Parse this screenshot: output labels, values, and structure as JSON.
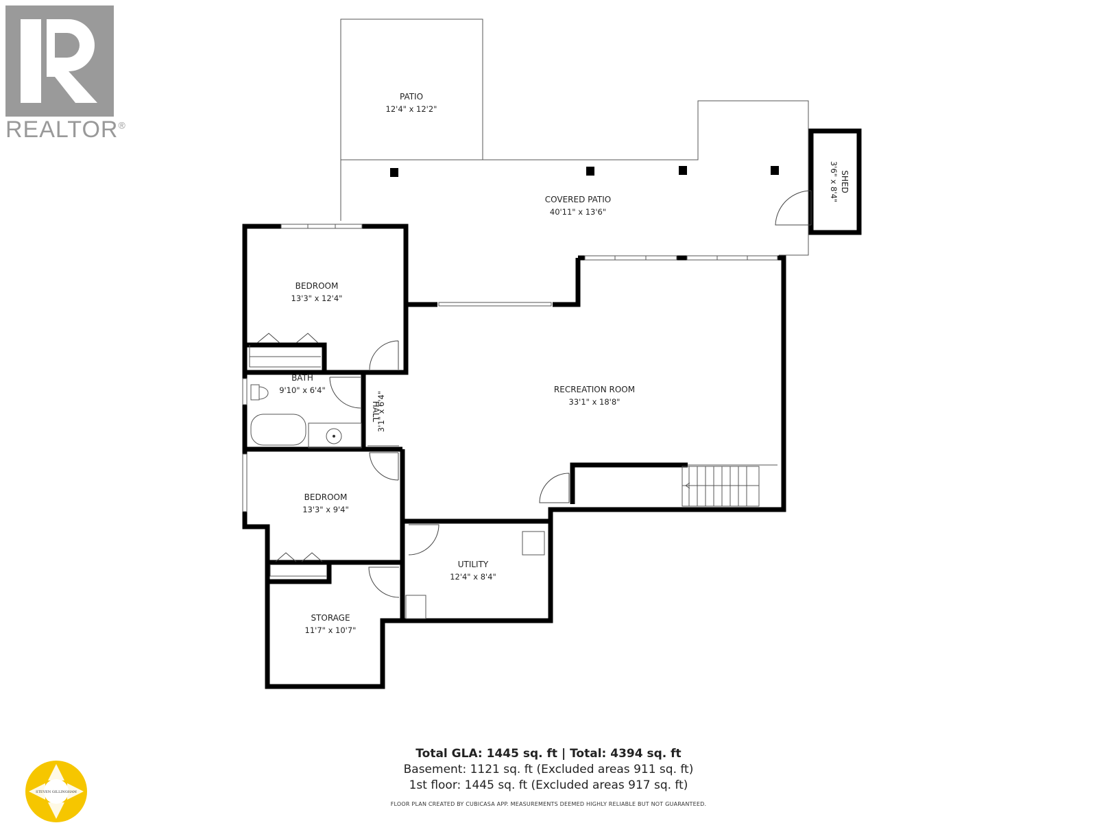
{
  "branding": {
    "realtor_logo_text": "REALTOR",
    "photographer_logo_text": "STEVEN GILLINGHAM",
    "brand_blue_gray": "#9a9a9a",
    "photographer_logo_color": "#f6c600"
  },
  "rooms": {
    "patio": {
      "name": "PATIO",
      "dims": "12'4\" x 12'2\""
    },
    "covered_patio": {
      "name": "COVERED PATIO",
      "dims": "40'11\" x 13'6\""
    },
    "shed": {
      "name": "SHED",
      "dims": "3'6\" x 8'4\""
    },
    "bedroom_1": {
      "name": "BEDROOM",
      "dims": "13'3\" x 12'4\""
    },
    "bath": {
      "name": "BATH",
      "dims": "9'10\" x 6'4\""
    },
    "hall": {
      "name": "HALL",
      "dims": "3'1\" x 6'4\""
    },
    "recreation_room": {
      "name": "RECREATION ROOM",
      "dims": "33'1\" x 18'8\""
    },
    "bedroom_2": {
      "name": "BEDROOM",
      "dims": "13'3\" x 9'4\""
    },
    "utility": {
      "name": "UTILITY",
      "dims": "12'4\" x 8'4\""
    },
    "storage": {
      "name": "STORAGE",
      "dims": "11'7\" x 10'7\""
    }
  },
  "summary": {
    "total": "Total GLA: 1445 sq. ft | Total: 4394 sq. ft",
    "basement": "Basement: 1121 sq. ft (Excluded areas 911 sq. ft)",
    "first_floor": "1st floor: 1445 sq. ft (Excluded areas 917 sq. ft)"
  },
  "disclaimer": "FLOOR PLAN CREATED BY CUBICASA APP. MEASUREMENTS DEEMED HIGHLY RELIABLE BUT NOT GUARANTEED."
}
